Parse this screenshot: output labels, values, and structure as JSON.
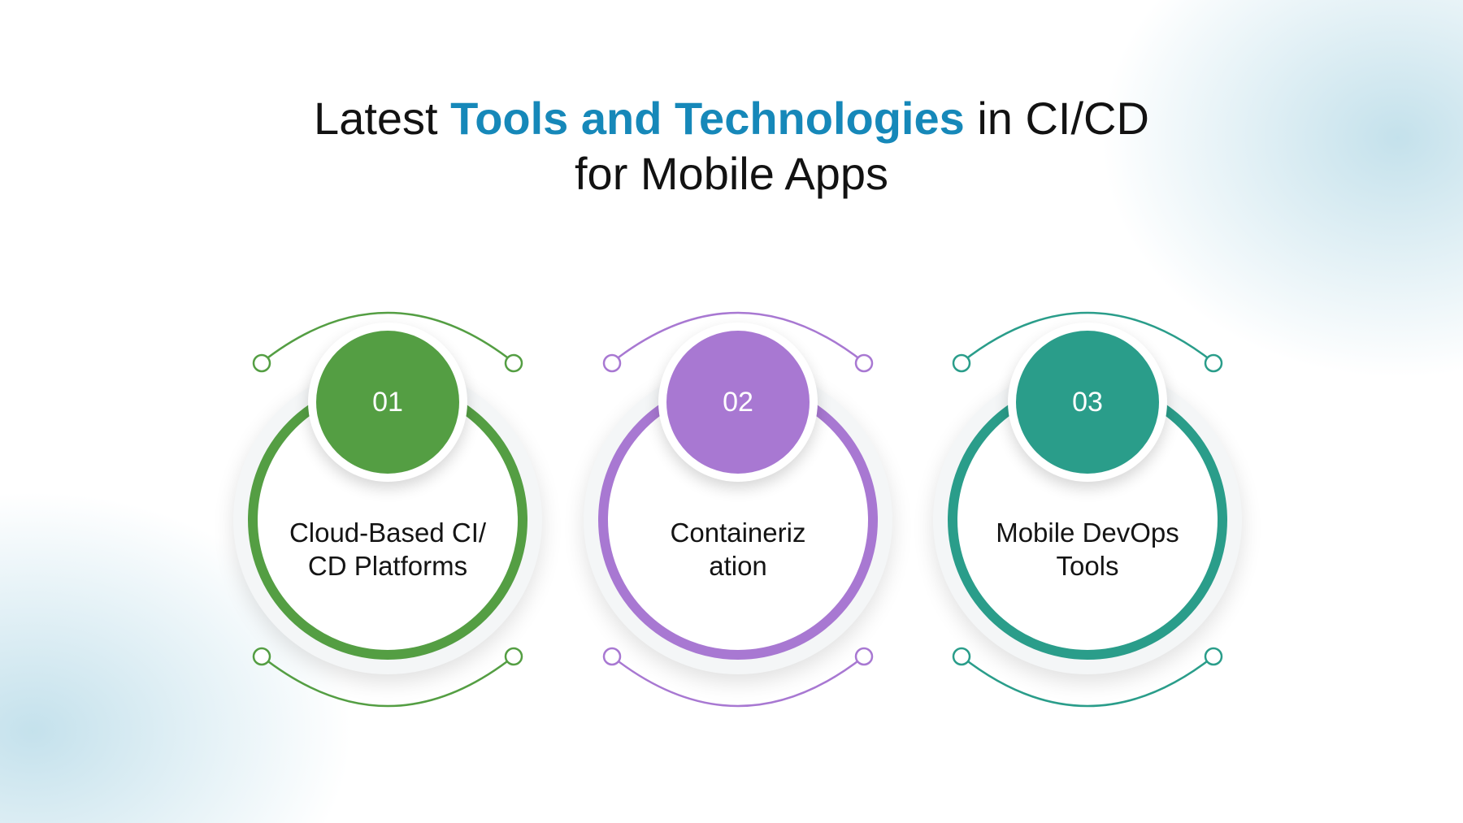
{
  "title": {
    "prefix": "Latest ",
    "highlight": "Tools and Technologies",
    "suffix": " in CI/CD",
    "line2": "for Mobile Apps"
  },
  "colors": {
    "title_highlight": "#1688b9",
    "step1": "#549e43",
    "step2": "#a878d2",
    "step3": "#2a9d8a"
  },
  "steps": [
    {
      "number": "01",
      "label": "Cloud-Based CI/\nCD Platforms",
      "color": "#549e43"
    },
    {
      "number": "02",
      "label": "Containeriz\nation",
      "color": "#a878d2"
    },
    {
      "number": "03",
      "label": "Mobile DevOps\nTools",
      "color": "#2a9d8a"
    }
  ]
}
